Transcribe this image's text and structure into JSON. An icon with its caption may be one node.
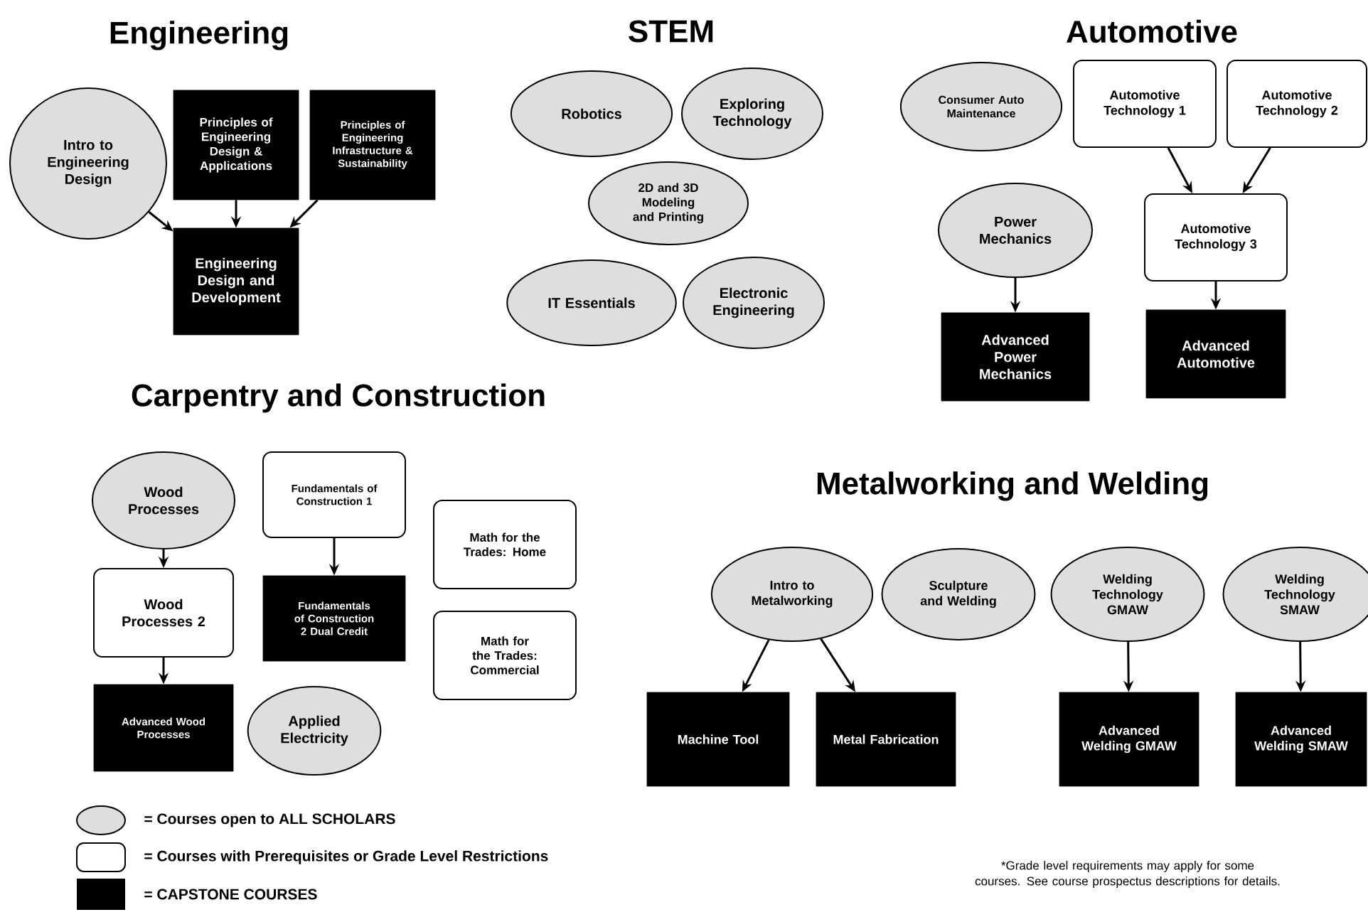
{
  "diagram": {
    "nodes": [
      {
        "text": [
          "Intro to Engineering Design"
        ]
      },
      {
        "text": [
          "Principles of Engineering Design & Applications"
        ]
      },
      {
        "text": [
          "Principles of Engineering Infrastructure & Sustainability"
        ]
      },
      {
        "text": [
          "Engineering Design and Development"
        ]
      },
      {
        "text": [
          "Robotics"
        ]
      },
      {
        "text": [
          "Exploring Technology"
        ]
      },
      {
        "text": [
          "2D and 3D Modeling and Printing"
        ]
      },
      {
        "text": [
          "IT Essentials"
        ]
      },
      {
        "text": [
          "Electronic Engineering"
        ]
      },
      {
        "text": [
          "Consumer Auto Maintenance"
        ]
      },
      {
        "text": [
          "Automotive Technology 1"
        ]
      },
      {
        "text": [
          "Automotive Technology 2"
        ]
      },
      {
        "text": [
          "Power Mechanics"
        ]
      },
      {
        "text": [
          "Automotive Technology 3"
        ]
      },
      {
        "text": [
          "Advanced Power Mechanics"
        ]
      },
      {
        "text": [
          "Advanced Automotive"
        ]
      },
      {
        "text": [
          "Wood Processes"
        ]
      },
      {
        "text": [
          "Fundamentals of Construction 1"
        ]
      },
      {
        "text": [
          "Math for the Trades: Home"
        ]
      },
      {
        "text": [
          "Wood Processes 2"
        ]
      },
      {
        "text": [
          "Fundamentals of Construction 2 Dual Credit"
        ]
      },
      {
        "text": [
          "Math for the Trades: Commercial"
        ]
      },
      {
        "text": [
          "Advanced Wood Processes"
        ]
      },
      {
        "text": [
          "Applied Electricity"
        ]
      },
      {
        "text": [
          "Intro to Metalworking"
        ]
      },
      {
        "text": [
          "Sculpture and Welding"
        ]
      },
      {
        "text": [
          "Welding Technology GMAW"
        ]
      },
      {
        "text": [
          "Welding Technology SMAW"
        ]
      },
      {
        "text": [
          "Machine Tool"
        ]
      },
      {
        "text": [
          "Metal Fabrication"
        ]
      },
      {
        "text": [
          "Advanced Welding GMAW"
        ]
      },
      {
        "text": [
          "Advanced Welding SMAW"
        ]
      }
    ],
    "edges": [
      {
        "from": 0,
        "to": 3,
        "arrow": "to"
      },
      {
        "from": 1,
        "to": 3,
        "arrow": "to"
      },
      {
        "from": 2,
        "to": 3,
        "arrow": "to"
      },
      {
        "from": 10,
        "to": 13,
        "arrow": "to"
      },
      {
        "from": 11,
        "to": 13,
        "arrow": "to"
      },
      {
        "from": 12,
        "to": 14,
        "arrow": "to"
      },
      {
        "from": 13,
        "to": 15,
        "arrow": "to"
      },
      {
        "from": 16,
        "to": 19,
        "arrow": "to"
      },
      {
        "from": 19,
        "to": 22,
        "arrow": "to"
      },
      {
        "from": 17,
        "to": 20,
        "arrow": "to"
      },
      {
        "from": 24,
        "to": 28,
        "arrow": "to"
      },
      {
        "from": 24,
        "to": 29,
        "arrow": "to"
      },
      {
        "from": 26,
        "to": 30,
        "arrow": "to"
      },
      {
        "from": 27,
        "to": 31,
        "arrow": "to"
      }
    ],
    "labels": [
      "Engineering",
      "STEM",
      "Automotive",
      "Carpentry and Construction",
      "Metalworking and Welding",
      "*Grade level requirements may apply for some courses. See course prospectus descriptions for details."
    ],
    "legend": [
      {
        "text": "= Courses open to ALL SCHOLARS"
      },
      {
        "text": "= Courses with Prerequisites or Grade Level Restrictions"
      },
      {
        "text": "= CAPSTONE COURSES",
        "color": "#000000"
      }
    ]
  }
}
